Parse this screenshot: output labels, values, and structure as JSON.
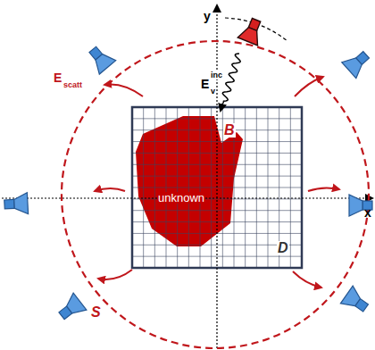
{
  "diagram": {
    "labels": [
      "y",
      "x",
      "E",
      "v",
      "inc",
      "E",
      "scatt",
      "B",
      "unknown",
      "D",
      "S"
    ]
  }
}
